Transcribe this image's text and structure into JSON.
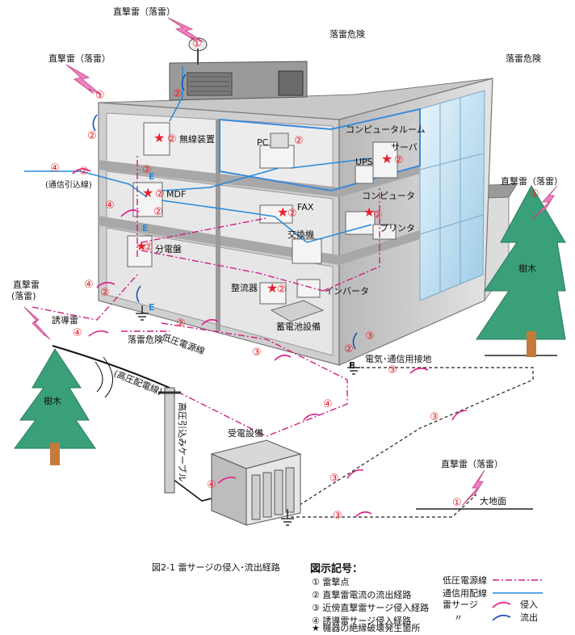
{
  "colors": {
    "surge_in": "#e0208c",
    "surge_out": "#2050b0",
    "lightning": "#f080c0",
    "comm_line": "#2a8ad8",
    "power_line": "#d02080",
    "number_red": "#e8202e",
    "tree_green": "#3aa07a",
    "trunk": "#c47a3a",
    "building_wall": "#d6d6d6",
    "building_dark": "#8c8c8c",
    "sky_glass": "#bfe0f2",
    "star": "#e8202e"
  },
  "labels": {
    "strike_top": "直撃雷（落雷）",
    "strike_left": "直撃雷（落雷）",
    "strike_right": "直撃雷（落雷）",
    "strike_ground": "直撃雷（落雷）",
    "strike_far_left_1": "直撃雷",
    "strike_far_left_2": "(落雷)",
    "danger_roof": "落雷危険",
    "danger_right": "落雷危険",
    "danger_line": "落雷危険",
    "induced": "誘導雷",
    "comm_lead_in": "(通信引込線)",
    "low_voltage_line": "低圧電源線",
    "high_voltage_line": "(高圧配電線)",
    "hv_cable": "高圧引込みケーブル",
    "substation": "受電設備",
    "ground_surface": "大地面",
    "ground_connection": "電気･通信用接地",
    "tree_left": "樹木",
    "tree_right": "樹木",
    "computer_room": "コンピュータルーム",
    "radio": "無線装置",
    "mdf": "MDF",
    "panel": "分電盤",
    "pc": "PC",
    "fax": "FAX",
    "switch": "交換機",
    "server": "サーバ",
    "ups": "UPS",
    "computer": "コンピュータ",
    "printer": "プリンタ",
    "rectifier": "整流器",
    "inverter": "インバータ",
    "battery": "蓄電池設備",
    "e1": "E",
    "e2": "E",
    "e3": "E",
    "e4": "E"
  },
  "markers": {
    "one": "①",
    "two": "②",
    "three": "③",
    "four": "④"
  },
  "caption": "図2-1  雷サージの侵入･流出経路",
  "legend": {
    "title": "図示記号：",
    "items": [
      "① 雷撃点",
      "② 直撃雷電流の流出経路",
      "③ 近傍直撃雷サージ侵入経路",
      "④ 誘導雷サージ侵入経路",
      "★ 機器の絶縁破壊発生箇所"
    ],
    "line_power": "低圧電源線",
    "line_comm": "通信用配線",
    "surge_label": "雷サージ",
    "surge_same": "〃",
    "inflow": "侵入",
    "outflow": "流出"
  }
}
